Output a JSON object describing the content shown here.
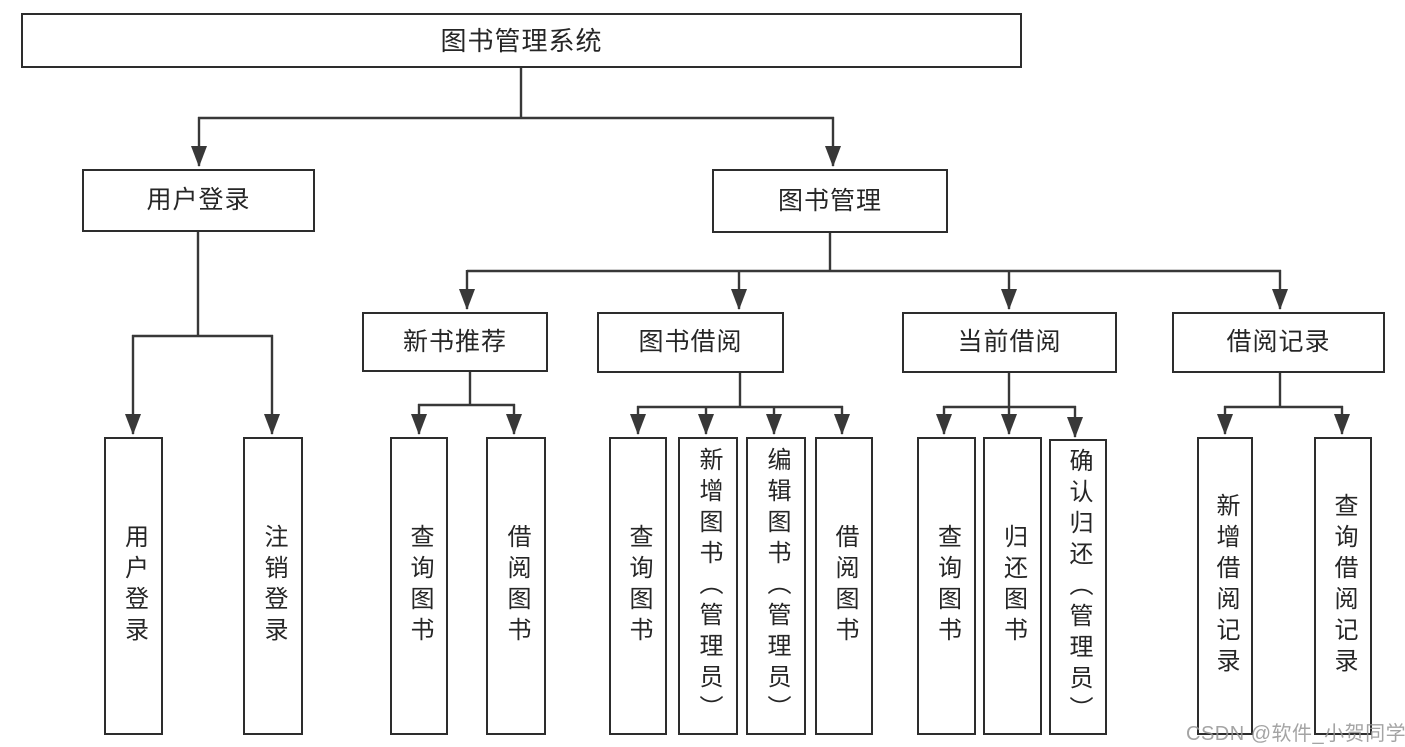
{
  "tree": {
    "root": {
      "label": "图书管理系统"
    },
    "branches": [
      {
        "label": "用户登录",
        "children": [
          {
            "label": "用户登录"
          },
          {
            "label": "注销登录"
          }
        ]
      },
      {
        "label": "图书管理",
        "children": [
          {
            "label": "新书推荐",
            "children": [
              {
                "label": "查询图书"
              },
              {
                "label": "借阅图书"
              }
            ]
          },
          {
            "label": "图书借阅",
            "children": [
              {
                "label": "查询图书"
              },
              {
                "label": "新增图书（管理员）"
              },
              {
                "label": "编辑图书（管理员）"
              },
              {
                "label": "借阅图书"
              }
            ]
          },
          {
            "label": "当前借阅",
            "children": [
              {
                "label": "查询图书"
              },
              {
                "label": "归还图书"
              },
              {
                "label": "确认归还（管理员）"
              }
            ]
          },
          {
            "label": "借阅记录",
            "children": [
              {
                "label": "新增借阅记录"
              },
              {
                "label": "查询借阅记录"
              }
            ]
          }
        ]
      }
    ]
  },
  "watermark": "CSDN @软件_小贺同学",
  "colors": {
    "line": "#383838",
    "box_border": "#2d2d2d",
    "text": "#262626",
    "background": "#ffffff",
    "watermark": "#949494"
  }
}
